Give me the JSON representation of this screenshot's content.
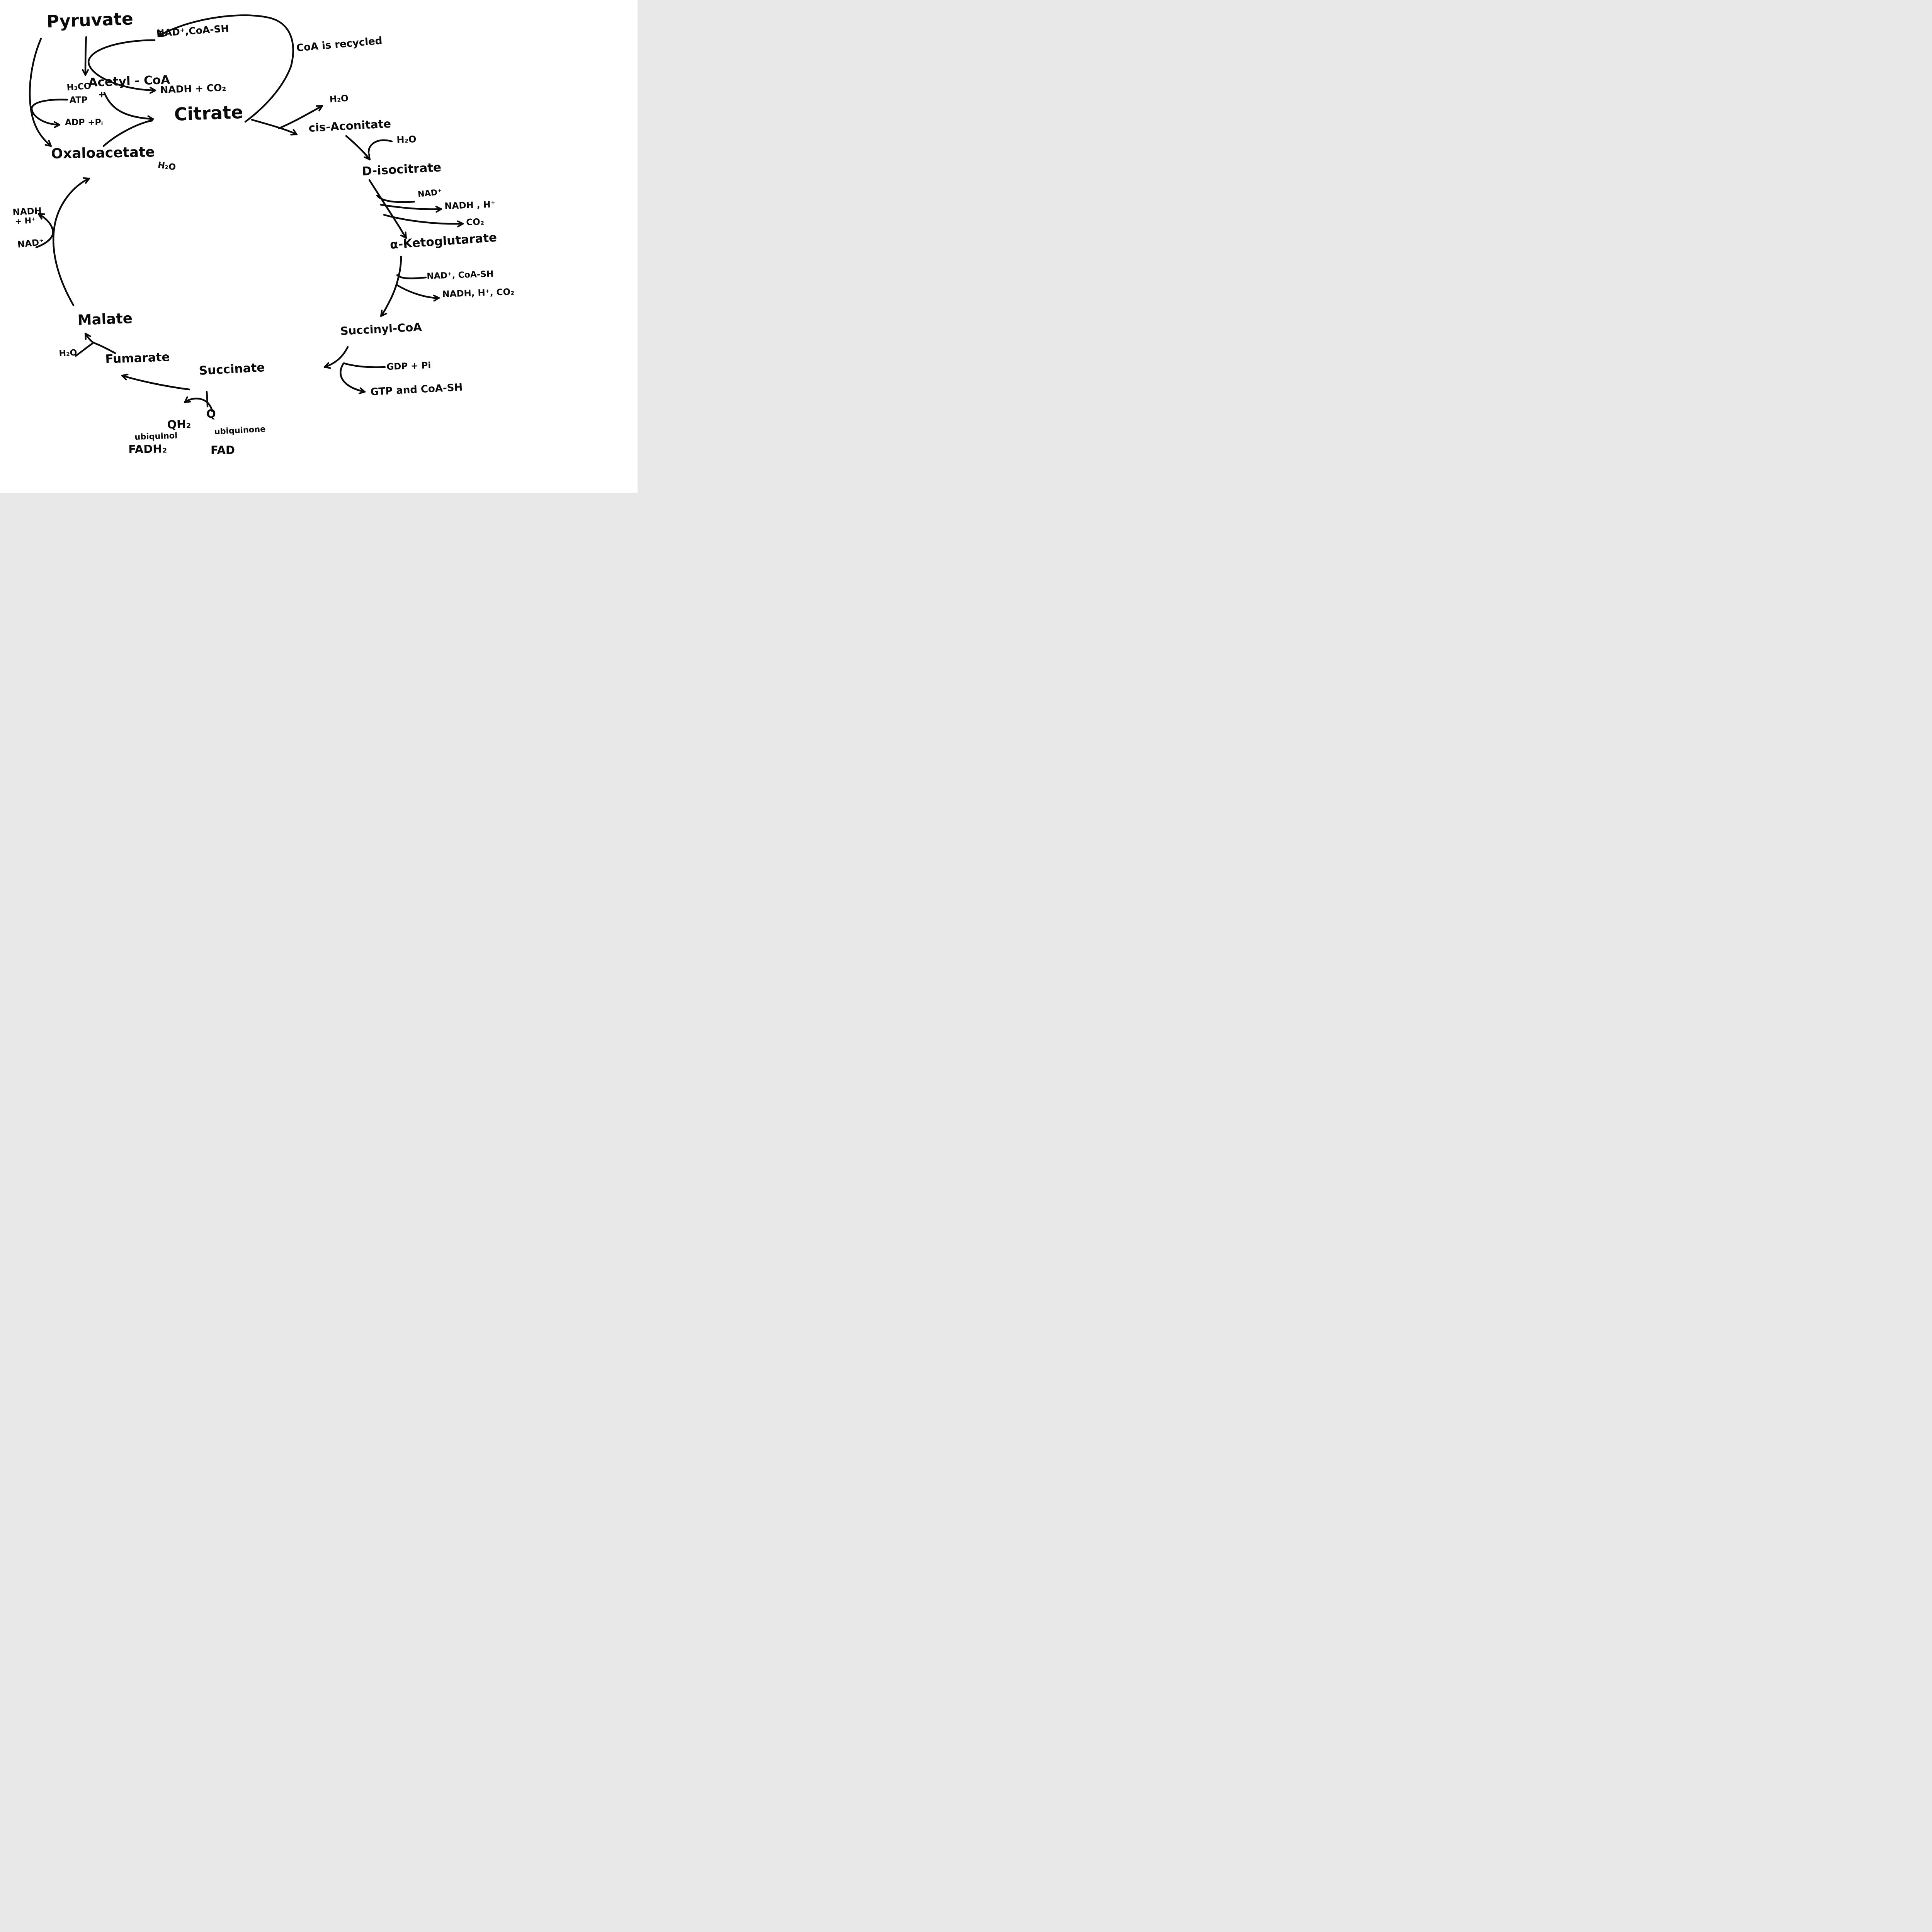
{
  "colors": {
    "ink": "#0a0a0a",
    "background": "#ffffff"
  },
  "nodes": {
    "pyruvate": "Pyruvate",
    "acetyl_coa": "Acetyl - CoA",
    "citrate": "Citrate",
    "cis_aconitate": "cis-Aconitate",
    "d_isocitrate": "D-isocitrate",
    "alpha_ketoglutarate": "α-Ketoglutarate",
    "succinyl_coa": "Succinyl-CoA",
    "succinate": "Succinate",
    "fumarate": "Fumarate",
    "malate": "Malate",
    "oxaloacetate": "Oxaloacetate"
  },
  "cofactors": {
    "pdh_in": "NAD⁺,CoA-SH",
    "pdh_out": "NADH + CO₂",
    "pc_in_line1": "H₃CO⁻",
    "pc_in_plus": "+",
    "pc_in_line2": "ATP",
    "pc_out": "ADP +Pᵢ",
    "citrate_synthase_h2o": "H₂O",
    "aconitase_h2o_out": "H₂O",
    "aconitase_h2o_in": "H₂O",
    "idh_in": "NAD⁺",
    "idh_out1": "NADH ,  H⁺",
    "idh_out2": "CO₂",
    "akgdh_in": "NAD⁺, CoA-SH",
    "akgdh_out": "NADH, H⁺, CO₂",
    "scs_in": "GDP + Pi",
    "scs_out": "GTP and CoA-SH",
    "sdh_qh2": "QH₂",
    "sdh_q": "Q",
    "sdh_ubiquinol": "ubiquinol",
    "sdh_ubiquinone": "ubiquinone",
    "sdh_fadh2": "FADH₂",
    "sdh_fad": "FAD",
    "fumarase_h2o": "H₂O",
    "mdh_out_line1": "NADH",
    "mdh_out_line2": "+ H⁺",
    "mdh_in": "NAD⁺"
  },
  "annotations": {
    "coa_recycled": "CoA is recycled"
  }
}
